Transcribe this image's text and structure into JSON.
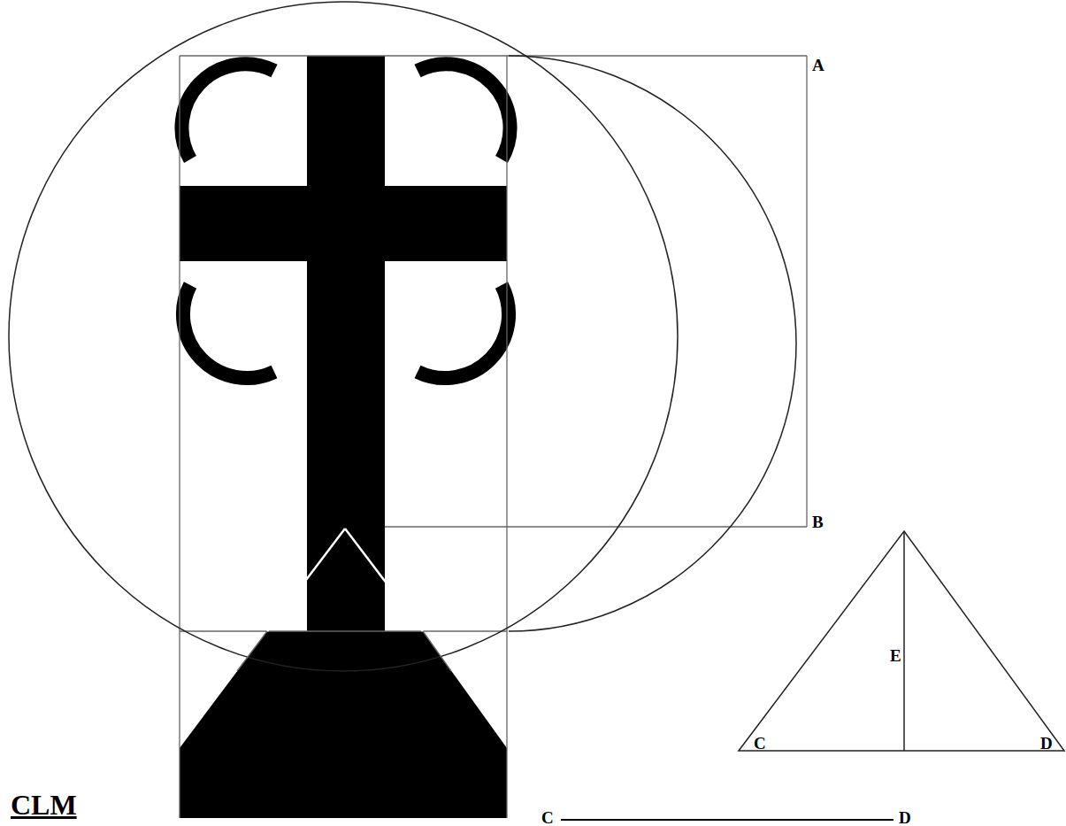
{
  "diagram": {
    "labels": [
      "A",
      "B",
      "C",
      "D",
      "E",
      "C",
      "D",
      "CLM"
    ]
  }
}
